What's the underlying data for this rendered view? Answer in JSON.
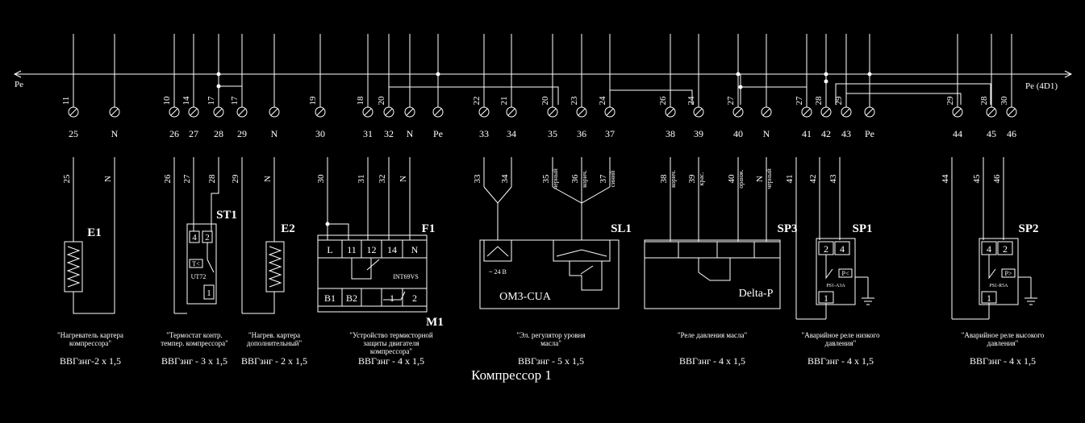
{
  "bus": {
    "left_label": "Pe",
    "right_label": "Pe (4D1)"
  },
  "wires": [
    {
      "top": "11",
      "bottom": "25"
    },
    {
      "top": "",
      "bottom": "N"
    },
    {
      "top": "10",
      "bottom": "26"
    },
    {
      "top": "14",
      "bottom": "27"
    },
    {
      "top": "17",
      "bottom": "28"
    },
    {
      "top": "17",
      "bottom": "29"
    },
    {
      "top": "",
      "bottom": "N"
    },
    {
      "top": "19",
      "bottom": "30"
    },
    {
      "top": "18",
      "bottom": "31"
    },
    {
      "top": "20",
      "bottom": "32"
    },
    {
      "top": "",
      "bottom": "N"
    },
    {
      "top": "",
      "bottom": "Pe"
    },
    {
      "top": "22",
      "bottom": "33"
    },
    {
      "top": "21",
      "bottom": "34"
    },
    {
      "top": "20",
      "bottom": "35"
    },
    {
      "top": "23",
      "bottom": "36"
    },
    {
      "top": "24",
      "bottom": "37"
    },
    {
      "top": "26",
      "bottom": "38"
    },
    {
      "top": "24",
      "bottom": "39"
    },
    {
      "top": "27",
      "bottom": "40"
    },
    {
      "top": "",
      "bottom": "N"
    },
    {
      "top": "27",
      "bottom": "41"
    },
    {
      "top": "28",
      "bottom": "42"
    },
    {
      "top": "29",
      "bottom": "43"
    },
    {
      "top": "",
      "bottom": "Pe"
    },
    {
      "top": "29",
      "bottom": "44"
    },
    {
      "top": "28",
      "bottom": "45"
    },
    {
      "top": "30",
      "bottom": "46"
    }
  ],
  "devices": [
    {
      "id": "E1",
      "caption": "\"Нагреватель картера компрессора\"",
      "cable": "ВВГзнг-2 х 1,5",
      "wires": [
        "25",
        "N"
      ]
    },
    {
      "id": "ST1",
      "caption": "\"Термостат контр. темпер. компрессора\"",
      "cable": "ВВГзнг - 3 х 1,5",
      "wires": [
        "26",
        "27",
        "28"
      ],
      "inner": "UT72",
      "contacts": [
        "4",
        "2",
        "1"
      ],
      "sensor": "T<"
    },
    {
      "id": "E2",
      "caption": "\"Нагрев. картера дополнительный\"",
      "cable": "ВВГзнг - 2 х 1,5",
      "wires": [
        "29",
        "N"
      ]
    },
    {
      "id": "F1",
      "caption": "\"Устройство термисторной защиты двигателя компрессора\"",
      "cable": "ВВГзнг - 4 х 1,5",
      "wires": [
        "30",
        "31",
        "32",
        "N"
      ],
      "inner": "INT69VS",
      "terms_top": [
        "L",
        "11",
        "12",
        "14",
        "N"
      ],
      "terms_bottom": [
        "B1",
        "B2",
        "1",
        "2"
      ]
    },
    {
      "id": "M1"
    },
    {
      "id": "SL1",
      "caption": "\"Эл. регулятор уровня масла\"",
      "cable": "ВВГзнг - 5 х 1,5",
      "wires": [
        "33",
        "34",
        "35",
        "36",
        "37"
      ],
      "colors": [
        "черный",
        "корич.",
        "синий"
      ],
      "inner": "OM3-CUA",
      "voltage": "~ 24 В"
    },
    {
      "id": "SP3",
      "caption": "\"Реле давления масла\"",
      "cable": "ВВГзнг - 4 х 1,5",
      "wires": [
        "38",
        "39",
        "40",
        "N"
      ],
      "colors": [
        "корич.",
        "крас.",
        "оранж.",
        "черный"
      ],
      "inner": "Delta-P"
    },
    {
      "id": "SP1",
      "caption": "\"Аварийное реле низкого давления\"",
      "cable": "ВВГзнг - 4 х 1,5",
      "wires": [
        "41",
        "42",
        "43"
      ],
      "inner": "PS1-A3A",
      "contacts": [
        "2",
        "4",
        "1"
      ],
      "sensor": "P<"
    },
    {
      "id": "SP2",
      "caption": "\"Аварийное реле высокого давления\"",
      "cable": "ВВГзнг - 4 х 1,5",
      "wires": [
        "44",
        "45",
        "46"
      ],
      "inner": "PS1-R5A",
      "contacts": [
        "4",
        "2",
        "1"
      ],
      "sensor": "P>"
    }
  ],
  "title": "Компрессор 1"
}
